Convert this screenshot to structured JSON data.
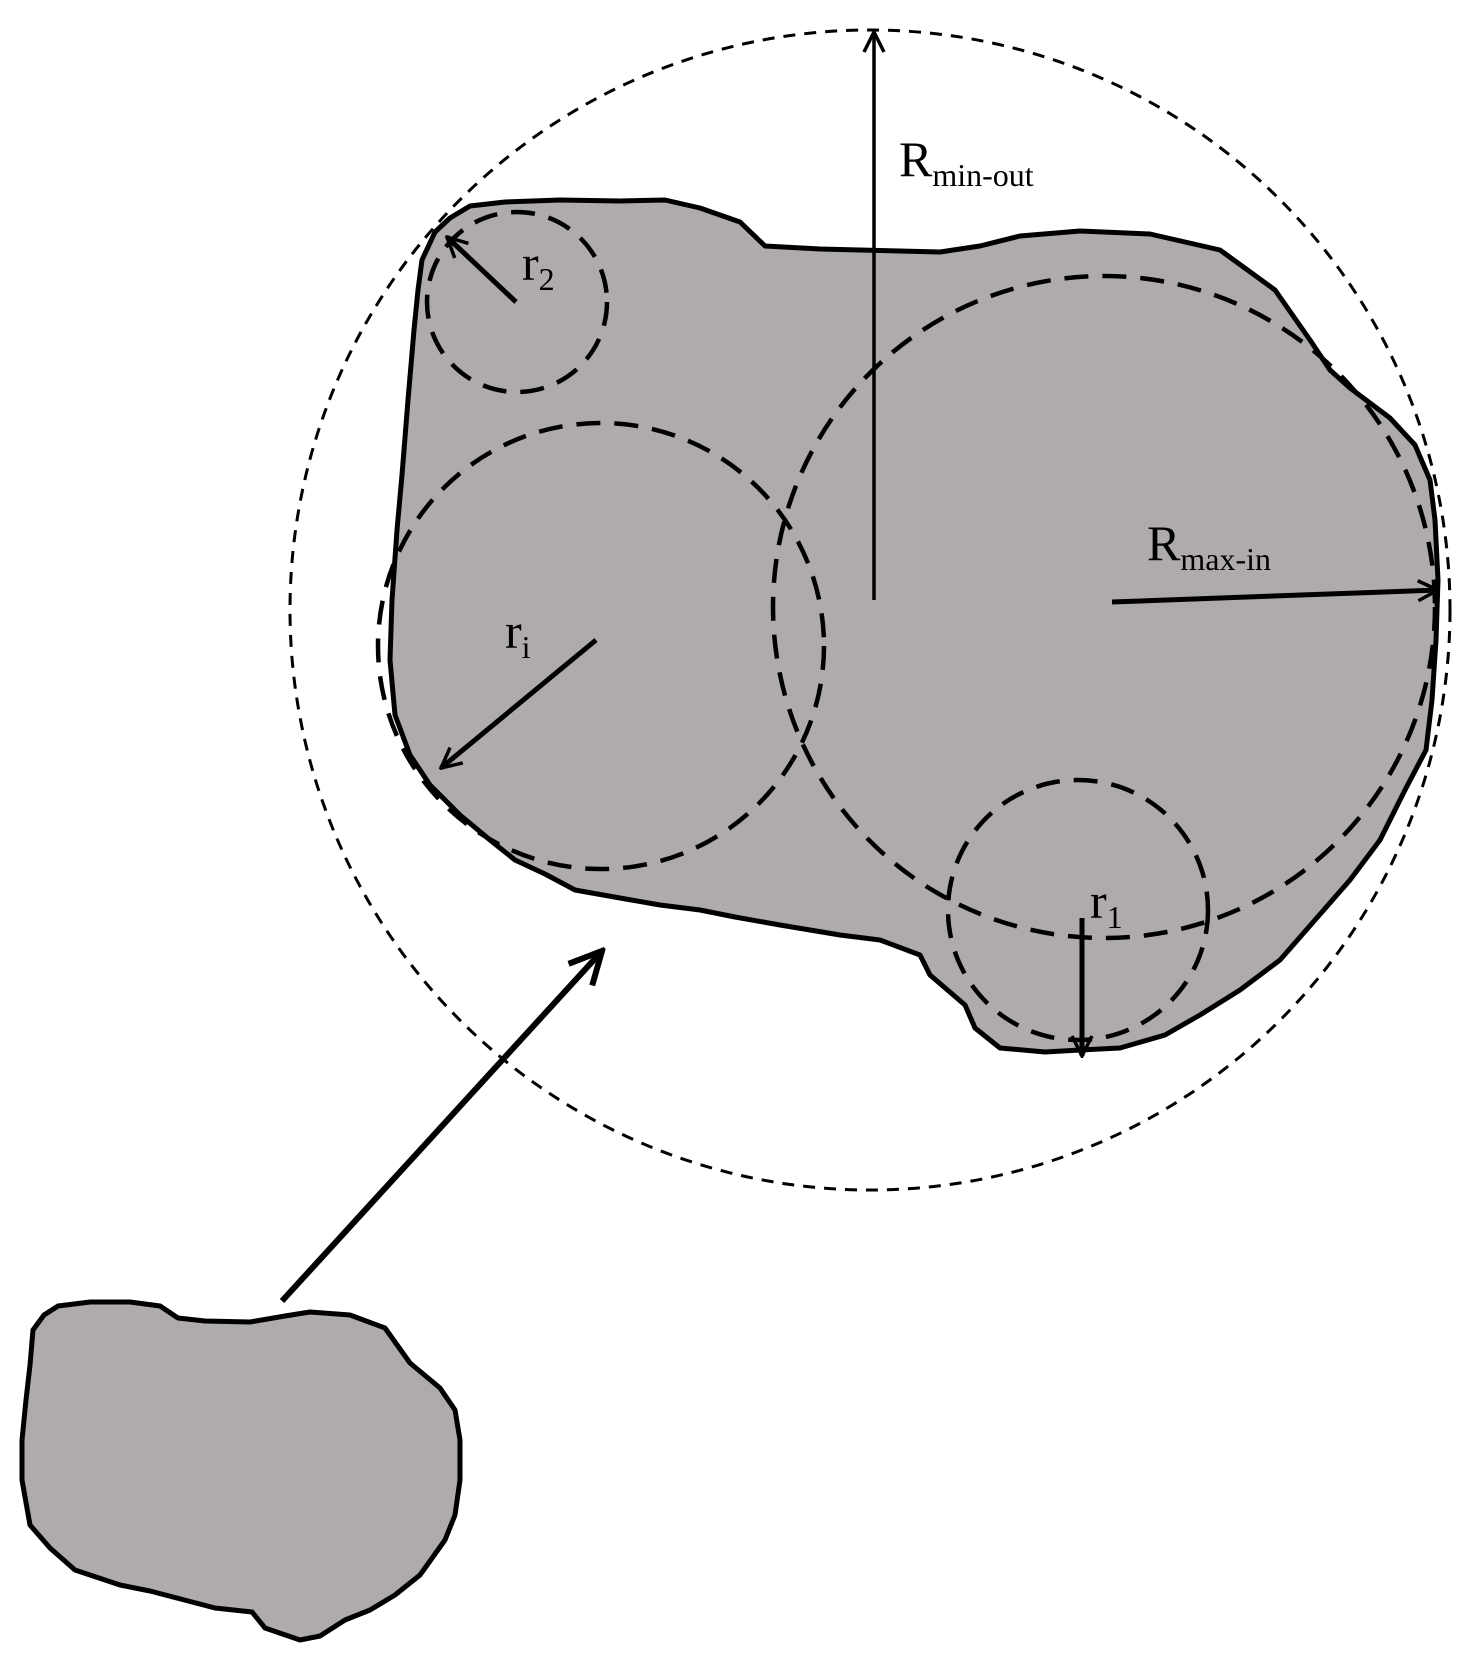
{
  "labels": {
    "r_min_out": {
      "base": "R",
      "sub": "min-out"
    },
    "r_max_in": {
      "base": "R",
      "sub": "max-in"
    },
    "r_i": {
      "base": "r",
      "sub": "i"
    },
    "r_2": {
      "base": "r",
      "sub": "2"
    },
    "r_1": {
      "base": "r",
      "sub": "1"
    }
  },
  "colors": {
    "particle_fill": "#afabaa",
    "stroke": "#000000",
    "background": "#ffffff"
  }
}
